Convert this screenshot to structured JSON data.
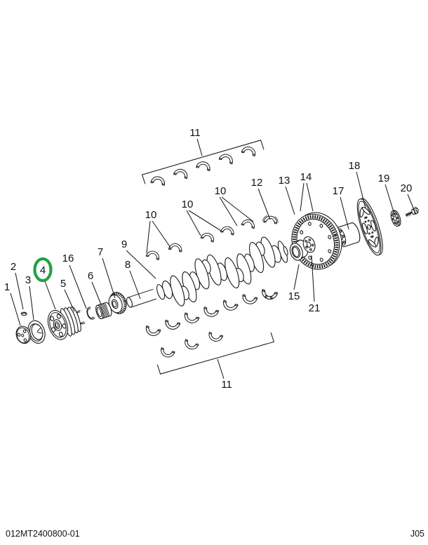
{
  "document": {
    "footer_left": "012MT2400800-01",
    "footer_right": "J05"
  },
  "colors": {
    "line": "#1a1a1a",
    "text": "#111111",
    "highlight": "#23A142",
    "background": "#ffffff"
  },
  "highlight": {
    "circled_callout": "4"
  },
  "callouts": {
    "c1": "1",
    "c2": "2",
    "c3": "3",
    "c4": "4",
    "c5": "5",
    "c6": "6",
    "c7": "7",
    "c8": "8",
    "c9": "9",
    "c10a": "10",
    "c10b": "10",
    "c10c": "10",
    "c11_top": "11",
    "c11_bottom": "11",
    "c12": "12",
    "c13": "13",
    "c14": "14",
    "c15": "15",
    "c16": "16",
    "c17": "17",
    "c18": "18",
    "c19": "19",
    "c20": "20",
    "c21": "21"
  }
}
